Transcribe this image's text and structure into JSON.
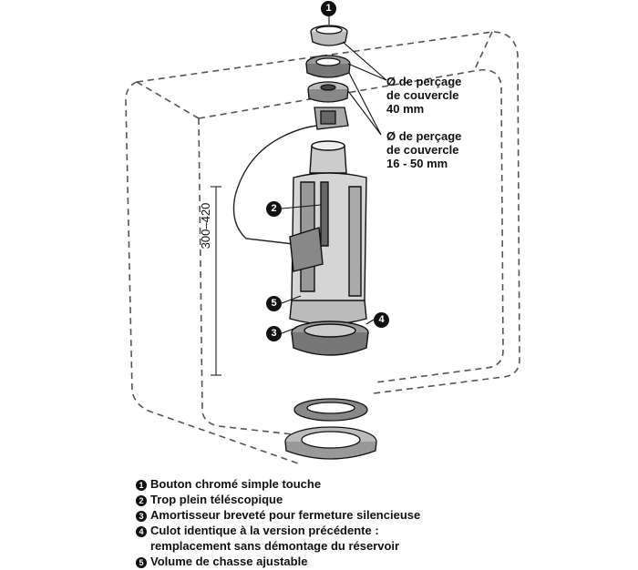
{
  "callouts": {
    "hole_40": [
      "Ø de perçage",
      "de couvercle",
      "40 mm"
    ],
    "hole_16_50": [
      "Ø de perçage",
      "de couvercle",
      "16 - 50 mm"
    ]
  },
  "dimension_label": "300–420",
  "markers": [
    "1",
    "2",
    "3",
    "4",
    "5"
  ],
  "legend": [
    {
      "num": "1",
      "text": "Bouton chromé simple touche"
    },
    {
      "num": "2",
      "text": "Trop plein téléscopique"
    },
    {
      "num": "3",
      "text": "Amortisseur breveté pour fermeture silencieuse"
    },
    {
      "num": "4",
      "text": "Culot identique à la version précédente :"
    },
    {
      "num": "",
      "text": "remplacement sans démontage du réservoir"
    },
    {
      "num": "5",
      "text": "Volume de chasse ajustable"
    }
  ]
}
